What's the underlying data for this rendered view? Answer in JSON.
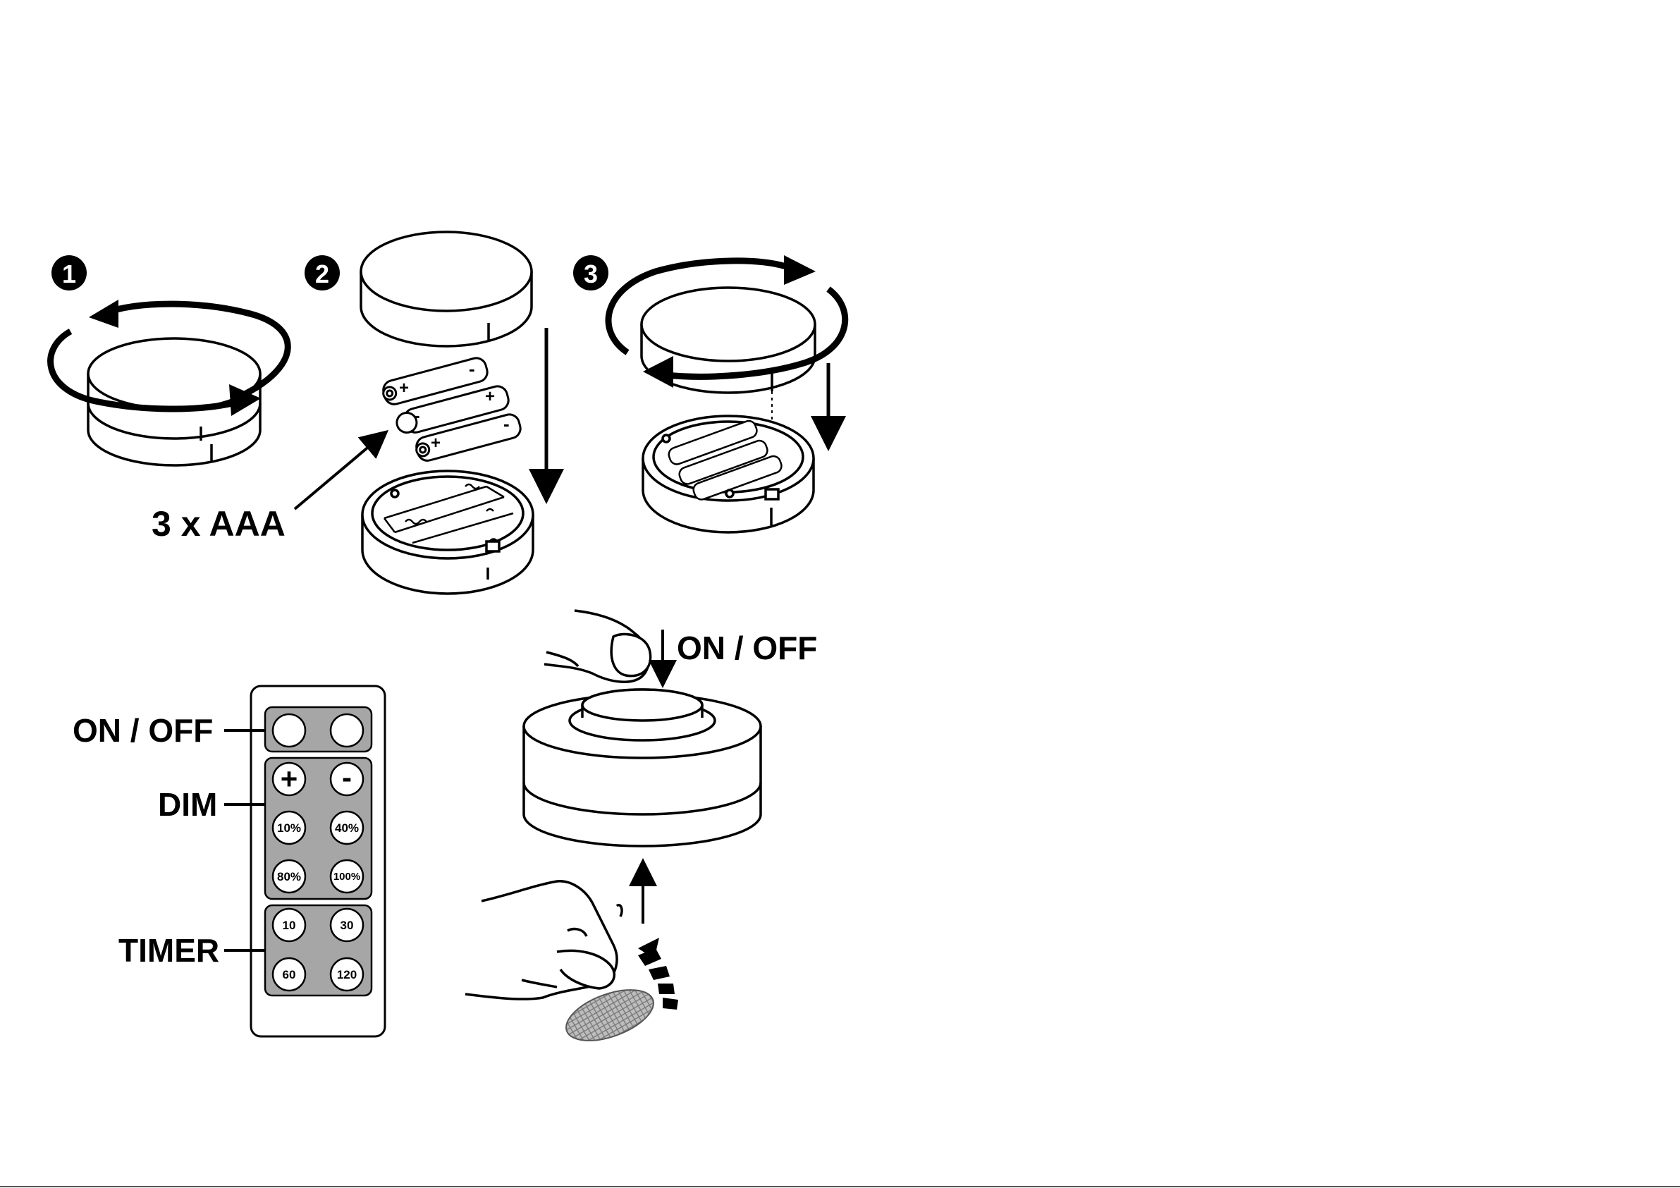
{
  "steps": [
    {
      "number": "1",
      "icon": "rotate-counterclockwise-icon"
    },
    {
      "number": "2",
      "icon": "insert-batteries-icon"
    },
    {
      "number": "3",
      "icon": "rotate-clockwise-icon"
    }
  ],
  "battery": {
    "label": "3 x AAA",
    "plus": "+",
    "minus": "-"
  },
  "push_light": {
    "on_off_label": "ON / OFF"
  },
  "remote": {
    "on_off_label": "ON / OFF",
    "dim_label": "DIM",
    "timer_label": "TIMER",
    "dim_plus": "+",
    "dim_minus": "-",
    "dim_10": "10%",
    "dim_40": "40%",
    "dim_80": "80%",
    "dim_100": "100%",
    "timer_10": "10",
    "timer_30": "30",
    "timer_60": "60",
    "timer_120": "120"
  },
  "colors": {
    "ink": "#000000",
    "panel": "#a6a6a6",
    "paper": "#ffffff"
  }
}
